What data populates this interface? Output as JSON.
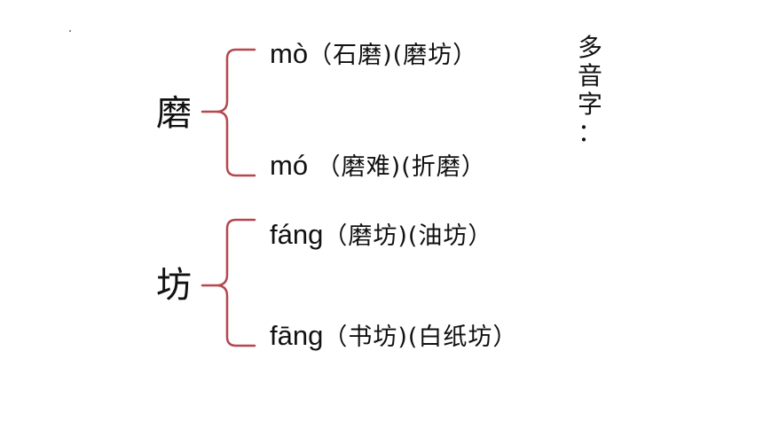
{
  "title_vertical": [
    "多",
    "音",
    "字",
    "："
  ],
  "groups": [
    {
      "char": "磨",
      "readings": [
        {
          "pinyin": "mò",
          "words": "（石磨)(磨坊）"
        },
        {
          "pinyin": "mó",
          "words": " （磨难)(折磨）"
        }
      ]
    },
    {
      "char": "坊",
      "readings": [
        {
          "pinyin": "fáng",
          "words": "（磨坊)(油坊）"
        },
        {
          "pinyin": "fāng",
          "words": "（书坊)(白纸坊）"
        }
      ]
    }
  ],
  "colors": {
    "brace": "#b5474f",
    "text": "#111111"
  }
}
